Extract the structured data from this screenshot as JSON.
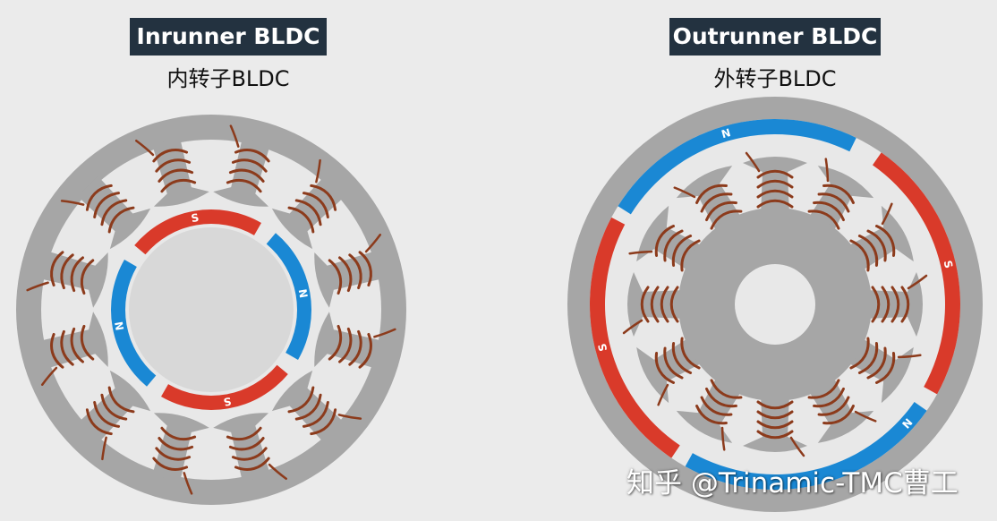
{
  "inrunner": {
    "title": "Inrunner BLDC",
    "subtitle": "内转子BLDC",
    "magnet_labels": [
      "S",
      "N",
      "S",
      "N"
    ]
  },
  "outrunner": {
    "title": "Outrunner BLDC",
    "subtitle": "外转子BLDC",
    "magnet_labels": [
      "N",
      "S",
      "N",
      "S"
    ]
  },
  "watermark": "知乎 @Trinamic-TMC曹工",
  "colors": {
    "background": "#ebebeb",
    "steel": "#a6a6a6",
    "gap": "#e8e8e8",
    "rotor_core": "#d8d8d8",
    "north": "#1a88d4",
    "south": "#d93a2a",
    "coil": "#8c3b1c",
    "title_box": "#233240"
  }
}
